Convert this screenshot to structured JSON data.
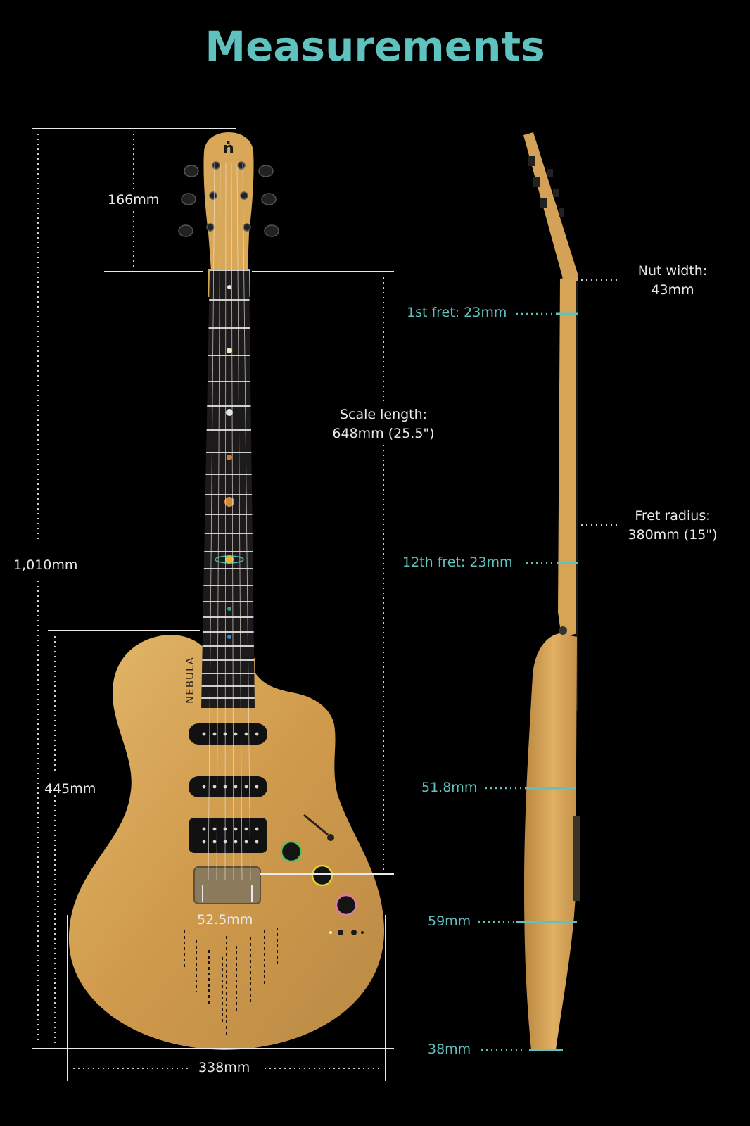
{
  "title": "Measurements",
  "colors": {
    "background": "#000000",
    "accent": "#5fc2bf",
    "label": "#e9e9e9",
    "guitar_body": "#d6a455",
    "fretboard": "#1c1a1a"
  },
  "front": {
    "brand_mark": "ṅ",
    "model_name": "NEBULA",
    "headstock_height": "166mm",
    "total_length": "1,010mm",
    "scale_length_title": "Scale length:",
    "scale_length_value": "648mm (25.5\")",
    "body_length": "445mm",
    "bridge_spacing": "52.5mm",
    "body_width": "338mm"
  },
  "side": {
    "nut_width_title": "Nut width:",
    "nut_width_value": "43mm",
    "fret_1": "1st fret: 23mm",
    "fret_12": "12th fret: 23mm",
    "fret_radius_title": "Fret radius:",
    "fret_radius_value": "380mm (15\")",
    "depth_upper": "51.8mm",
    "depth_middle": "59mm",
    "depth_lower": "38mm"
  }
}
